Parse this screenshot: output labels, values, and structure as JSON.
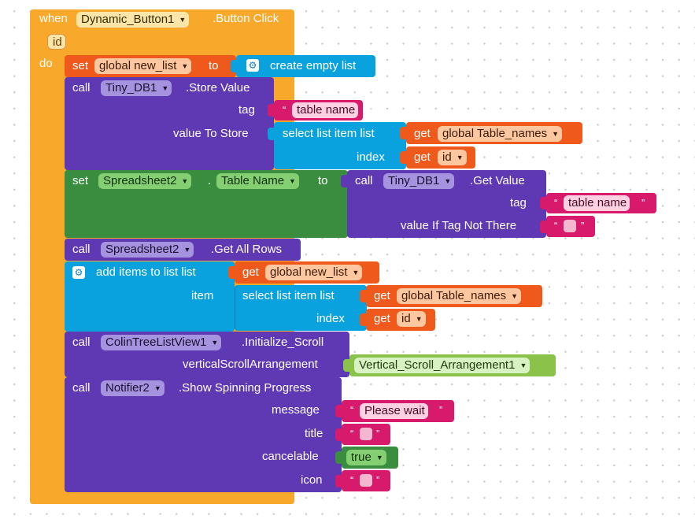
{
  "event": {
    "when": "when",
    "component": "Dynamic_Button1",
    "event_name": ".Button Click",
    "param": "id",
    "do": "do"
  },
  "kw": {
    "set": "set",
    "call": "call",
    "get": "get",
    "to": "to",
    "dot": ".",
    "open_quote": "“",
    "close_quote": "”"
  },
  "b1": {
    "var": "global new_list",
    "value": "create empty list"
  },
  "b2": {
    "component": "Tiny_DB1",
    "method": ".Store Value",
    "tag_label": "tag",
    "tag_value": "table name",
    "value_label": "value To Store",
    "select_label": "select list item  list",
    "list_var": "global Table_names",
    "index_label": "index",
    "index_var": "id"
  },
  "b3": {
    "component": "Spreadsheet2",
    "property": "Table Name",
    "call_component": "Tiny_DB1",
    "method": ".Get Value",
    "tag_label": "tag",
    "tag_value": "table name",
    "default_label": "value If Tag Not There"
  },
  "b4": {
    "component": "Spreadsheet2",
    "method": ".Get All Rows"
  },
  "b5": {
    "label": "add items to list  list",
    "list_var": "global new_list",
    "item_label": "item",
    "select_label": "select list item  list",
    "sel_list_var": "global Table_names",
    "index_label": "index",
    "index_var": "id"
  },
  "b6": {
    "component": "ColinTreeListView1",
    "method": ".Initialize_Scroll",
    "arg_label": "verticalScrollArrangement",
    "arg_value": "Vertical_Scroll_Arrangement1"
  },
  "b7": {
    "component": "Notifier2",
    "method": ".Show Spinning Progress",
    "message_label": "message",
    "message_value": "Please wait",
    "title_label": "title",
    "cancelable_label": "cancelable",
    "cancelable_value": "true",
    "icon_label": "icon"
  },
  "colors": {
    "event": "#f8a82a",
    "procedure": "#5f38b4",
    "component_setter": "#3a8d3e",
    "list": "#0aa1df",
    "variable": "#ef5a1c",
    "text": "#d81a6c",
    "logic": "#8bc34a"
  },
  "icons": {
    "mutator": "gear-icon",
    "dropdown": "dropdown-arrow-icon"
  }
}
